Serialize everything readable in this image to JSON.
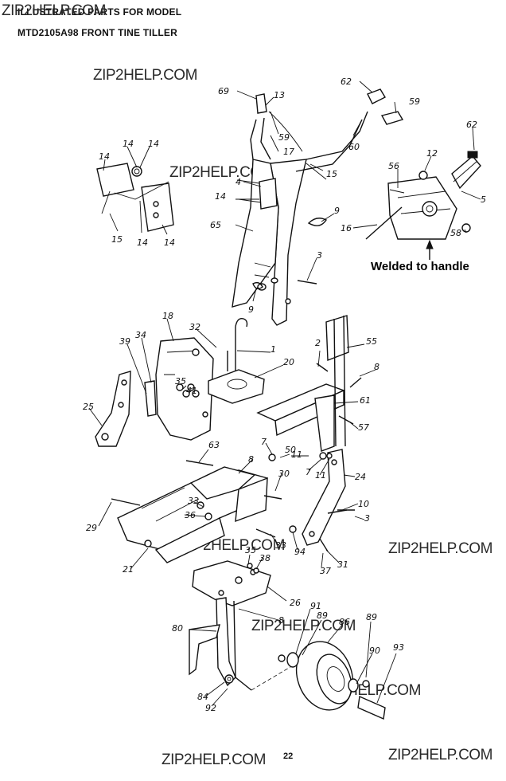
{
  "header": {
    "line1": "ILLUSTRATED PARTS FOR MODEL",
    "line2": "MTD2105A98 FRONT TINE TILLER"
  },
  "watermark": "ZIP2HELP.COM",
  "page_number": "22",
  "note": "Welded to handle",
  "parts": {
    "p69": "69",
    "p13": "13",
    "p62a": "62",
    "p59a": "59",
    "p59b": "59",
    "p60": "60",
    "p17": "17",
    "p15a": "15",
    "p4": "4",
    "p14c": "14",
    "p9a": "9",
    "p65": "65",
    "p3a": "3",
    "p9b": "9",
    "p62b": "62",
    "p12": "12",
    "p56": "56",
    "p5": "5",
    "p16": "16",
    "p58": "58",
    "p14a": "14",
    "p14b": "14",
    "p15b": "15",
    "p14d": "14",
    "p14e": "14",
    "p18": "18",
    "p34": "34",
    "p39": "39",
    "p32": "32",
    "p1": "1",
    "p20": "20",
    "p2": "2",
    "p55": "55",
    "p8a": "8",
    "p61": "61",
    "p57": "57",
    "p35a": "35",
    "p41": "41",
    "p25": "25",
    "p63": "63",
    "p7a": "7",
    "p11a": "11",
    "p50": "50",
    "p7b": "7",
    "p11b": "11",
    "p24": "24",
    "p8b": "8",
    "p30": "30",
    "p29": "29",
    "p33": "33",
    "p36": "36",
    "p10": "10",
    "p3b": "3",
    "p21": "21",
    "p33b": "33",
    "p94": "94",
    "p35b": "35",
    "p38": "38",
    "p37": "37",
    "p31": "31",
    "p26": "26",
    "p8c": "8",
    "p80": "80",
    "p91": "91",
    "p89a": "89",
    "p86": "86",
    "p89b": "89",
    "p90": "90",
    "p93": "93",
    "p84": "84",
    "p92": "92"
  }
}
